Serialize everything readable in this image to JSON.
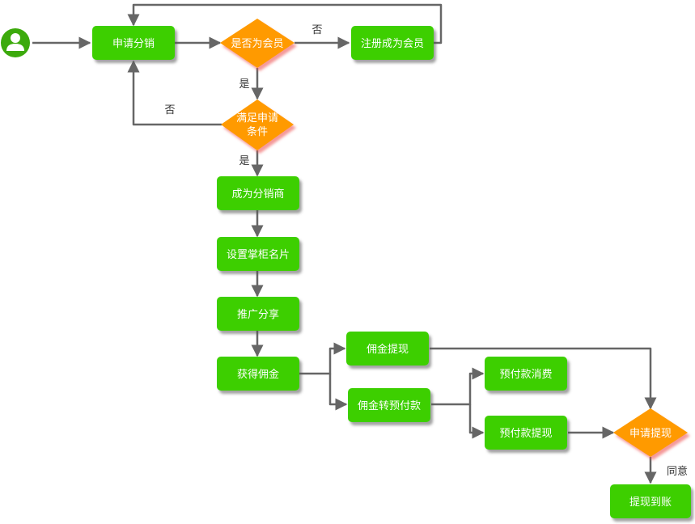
{
  "colors": {
    "box_fill": "#3ccf06",
    "box_shadow": "#5a5a5a",
    "diamond_fill": "#ff9a00",
    "diamond_shadow": "#f06a6a",
    "edge": "#666666",
    "start_fill": "#3caa0c"
  },
  "icons": {
    "start": "user-icon"
  },
  "nodes": {
    "apply": "申请分销",
    "is_member": "是否为会员",
    "register": "注册成为会员",
    "meets_cond_line1": "满足申请",
    "meets_cond_line2": "条件",
    "become_distributor": "成为分销商",
    "set_card": "设置掌柜名片",
    "promote": "推广分享",
    "get_commission": "获得佣金",
    "withdraw_commission": "佣金提现",
    "commission_to_prepay": "佣金转预付款",
    "prepay_consume": "预付款消费",
    "prepay_withdraw": "预付款提现",
    "apply_withdraw": "申请提现",
    "arrived": "提现到账"
  },
  "edge_labels": {
    "not_member": "否",
    "is_member_yes": "是",
    "cond_no": "否",
    "cond_yes": "是",
    "agree": "同意"
  }
}
